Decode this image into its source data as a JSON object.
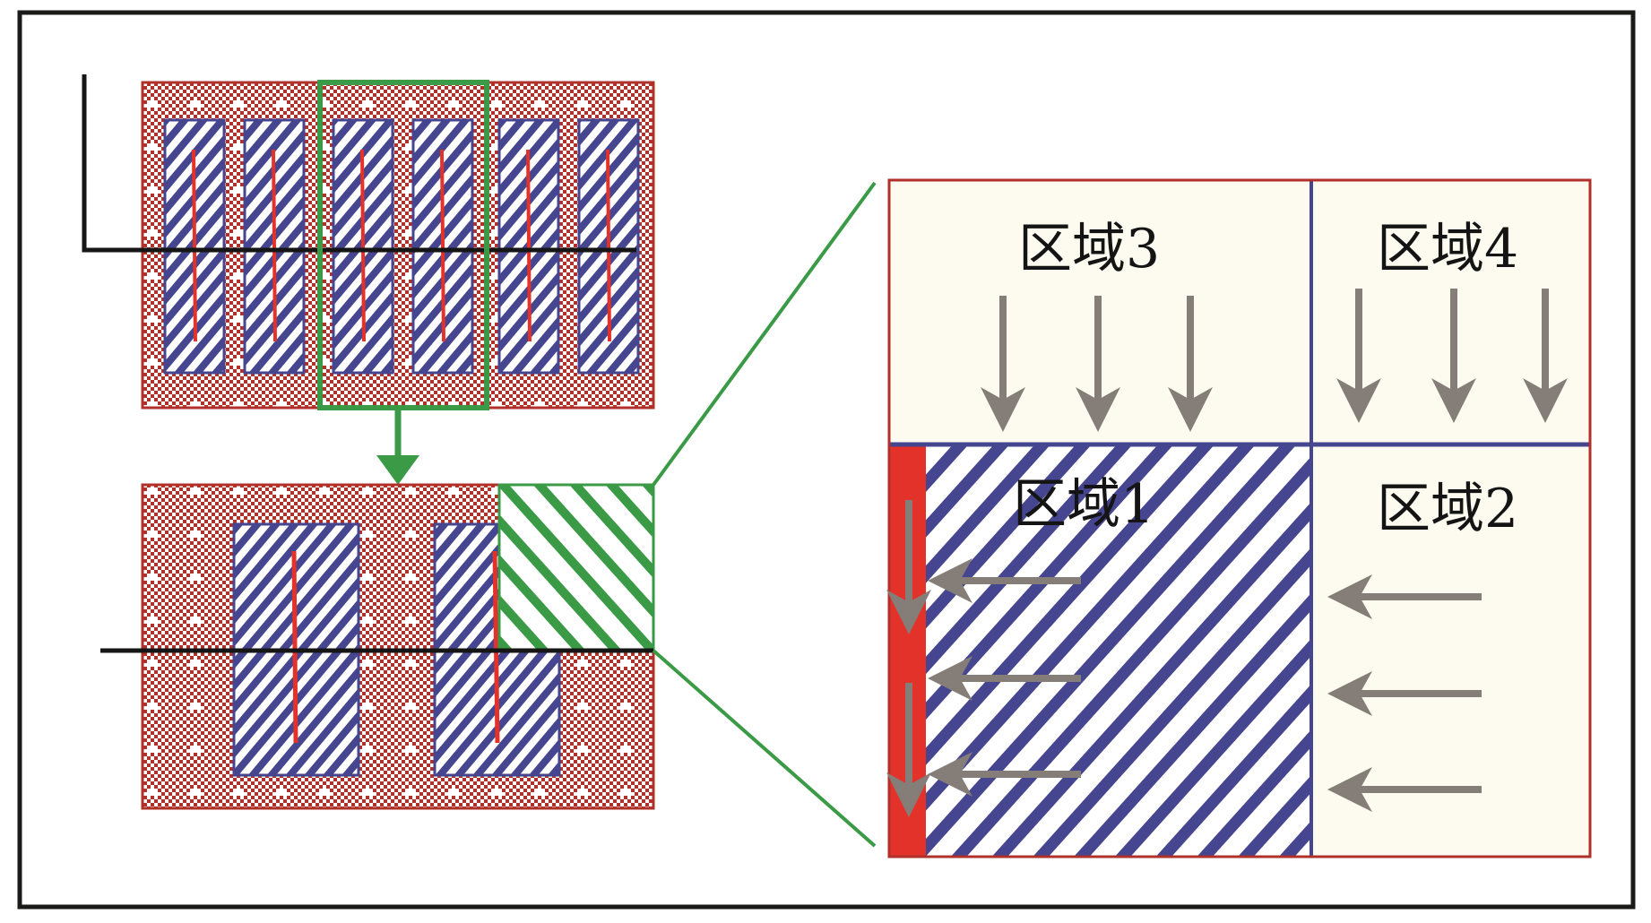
{
  "diagram": {
    "colors": {
      "frame": "#1a1a18",
      "brick_red": "#b0302a",
      "block_blue": "#454590",
      "highlight_green": "#3a9a45",
      "flow_arrow_gray": "#857e78",
      "zone_cream": "#fdfbef",
      "boundary_red": "#e3322a",
      "line_black": "#161616"
    },
    "overview_top": {
      "block_count": 6,
      "highlighted_blocks": 2
    },
    "overview_bottom": {
      "block_count": 2
    },
    "detail_panel": {
      "zones": [
        {
          "id": "zone3",
          "label": "区域3",
          "flow": "down",
          "arrow_count": 3
        },
        {
          "id": "zone4",
          "label": "区域4",
          "flow": "down",
          "arrow_count": 3
        },
        {
          "id": "zone1",
          "label": "区域1",
          "flow": "left",
          "arrow_count": 3
        },
        {
          "id": "zone2",
          "label": "区域2",
          "flow": "left",
          "arrow_count": 3
        }
      ],
      "boundary_flow": {
        "flow": "down",
        "arrow_count": 2
      }
    }
  }
}
